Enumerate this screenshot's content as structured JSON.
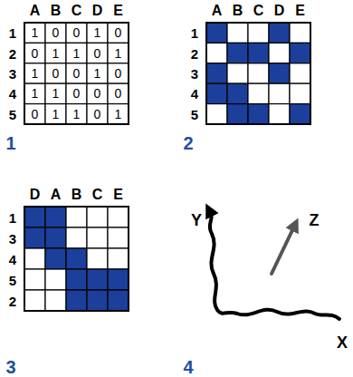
{
  "diagram": {
    "labels": [
      "A",
      "B",
      "C",
      "D",
      "E",
      "1",
      "1",
      "0",
      "0",
      "1",
      "0",
      "2",
      "0",
      "1",
      "1",
      "0",
      "1",
      "3",
      "1",
      "0",
      "0",
      "1",
      "0",
      "4",
      "1",
      "1",
      "0",
      "0",
      "0",
      "5",
      "0",
      "1",
      "1",
      "0",
      "1",
      "1",
      "A",
      "B",
      "C",
      "D",
      "E",
      "1",
      "2",
      "3",
      "4",
      "5",
      "2",
      "D",
      "A",
      "B",
      "C",
      "E",
      "1",
      "3",
      "4",
      "5",
      "2",
      "3",
      "Y",
      "Z",
      "X",
      "4"
    ]
  }
}
